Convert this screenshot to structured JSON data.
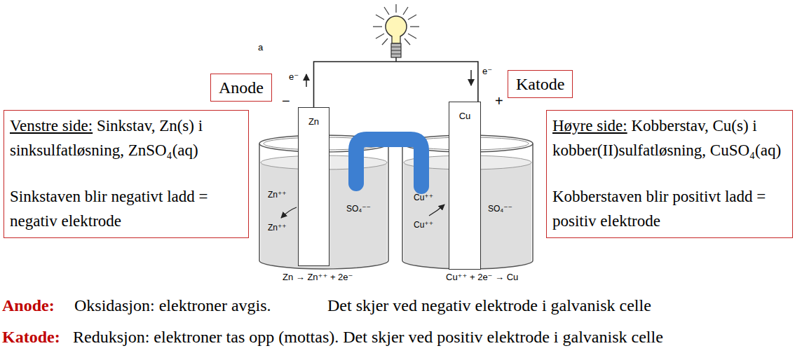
{
  "diagram": {
    "nodes": [
      {
        "text": [
          "Anode"
        ]
      },
      {
        "text": [
          "Katode"
        ]
      },
      {
        "text": [
          "Venstre side:",
          "Sinkstav, Zn(s) i sinksulfatløsning, ZnSO₄(aq)",
          "Sinkstaven blir negativt ladd = negativ elektrode"
        ]
      },
      {
        "text": [
          "Zn"
        ]
      },
      {
        "text": [
          "Cu"
        ]
      },
      {
        "text": [
          "Høyre side:",
          "Kobberstav, Cu(s) i kobber(II)sulfatløsning, CuSO₄(aq)",
          "Kobberstaven blir positivt ladd = positiv elektrode"
        ]
      }
    ],
    "edges": [
      {
        "from": 3,
        "to": 4,
        "arrow": "none"
      }
    ],
    "labels": [
      "a",
      "e⁻",
      "e⁻",
      "−",
      "+",
      "Zn⁺⁺",
      "Zn⁺⁺",
      "SO₄⁻⁻",
      "Cu⁺⁺",
      "Cu⁺⁺",
      "SO₄⁻⁻",
      "Zn → Zn⁺⁺ + 2e⁻",
      "Cu⁺⁺ + 2e⁻ → Cu",
      "Anode:",
      "Oksidasjon: elektroner avgis.",
      "Det skjer ved negativ elektrode i galvanisk celle",
      "Katode:",
      "Reduksjon: elektroner tas opp (mottas). Det skjer ved positiv elektrode i galvanisk celle"
    ]
  }
}
